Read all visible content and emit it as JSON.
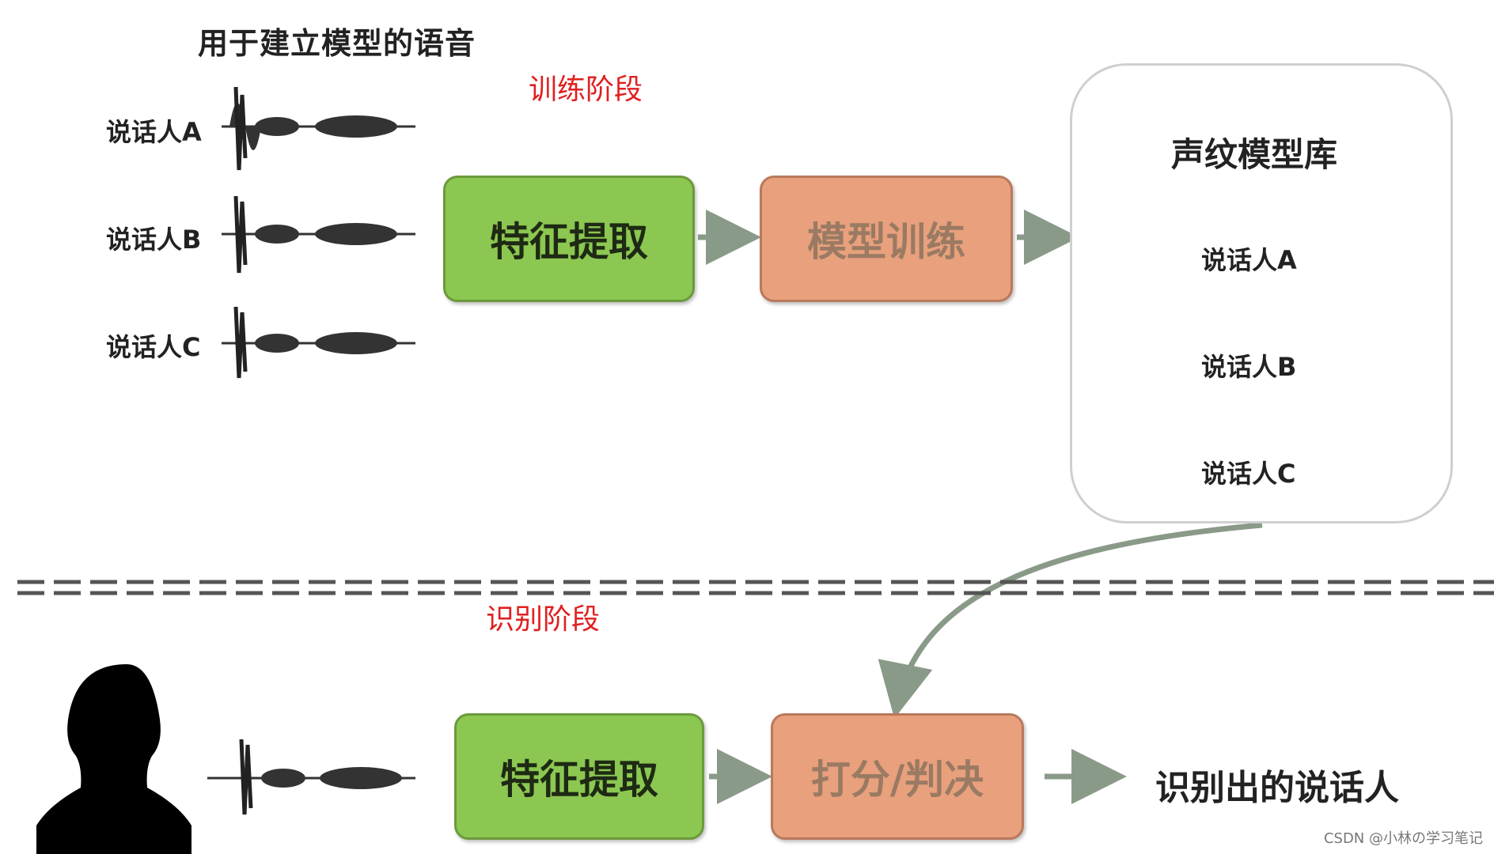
{
  "diagram": {
    "title": "用于建立模型的语音",
    "phase_training": "训练阶段",
    "phase_recognition": "识别阶段",
    "training_speakers": [
      "说话人A",
      "说话人B",
      "说话人C"
    ],
    "feature_extraction_top": "特征提取",
    "model_training": "模型训练",
    "model_library": {
      "title": "声纹模型库",
      "models": [
        "说话人A",
        "说话人B",
        "说话人C"
      ]
    },
    "feature_extraction_bottom": "特征提取",
    "scoring": "打分/判决",
    "result": "识别出的说话人",
    "watermark": "CSDN @小林の学习笔记",
    "colors": {
      "feature_box": "#8cc751",
      "process_box": "#e8a07d",
      "database": "#8a3fb0",
      "phase_label": "#e02020",
      "arrow": "#8a9a88"
    }
  }
}
